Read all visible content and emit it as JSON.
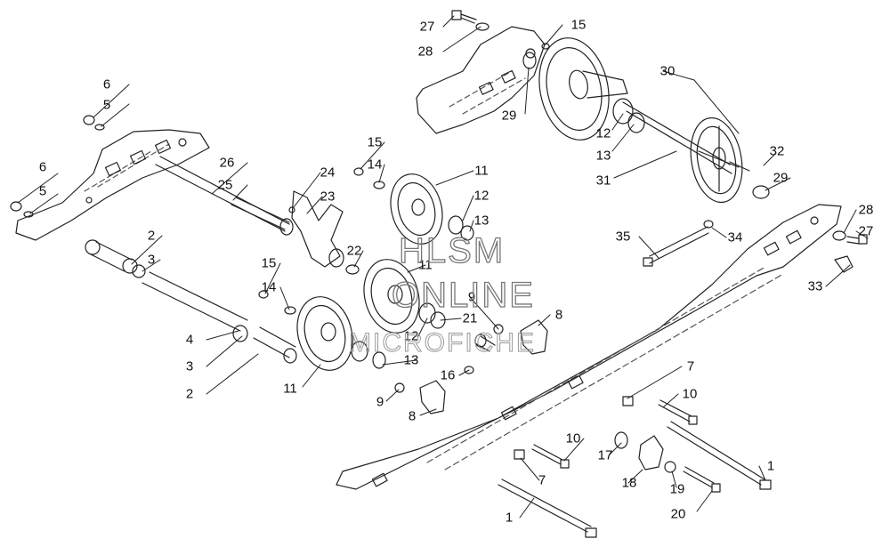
{
  "watermark": {
    "line1": "HLSM",
    "line2": "ONLINE",
    "line3": "MICROFICHE"
  },
  "callouts": [
    {
      "label": "27"
    },
    {
      "label": "28"
    },
    {
      "label": "15"
    },
    {
      "label": "30"
    },
    {
      "label": "29"
    },
    {
      "label": "12"
    },
    {
      "label": "13"
    },
    {
      "label": "31"
    },
    {
      "label": "32"
    },
    {
      "label": "29"
    },
    {
      "label": "6"
    },
    {
      "label": "5"
    },
    {
      "label": "6"
    },
    {
      "label": "5"
    },
    {
      "label": "26"
    },
    {
      "label": "25"
    },
    {
      "label": "24"
    },
    {
      "label": "23"
    },
    {
      "label": "15"
    },
    {
      "label": "14"
    },
    {
      "label": "11"
    },
    {
      "label": "12"
    },
    {
      "label": "13"
    },
    {
      "label": "2"
    },
    {
      "label": "3"
    },
    {
      "label": "22"
    },
    {
      "label": "11"
    },
    {
      "label": "15"
    },
    {
      "label": "14"
    },
    {
      "label": "9"
    },
    {
      "label": "8"
    },
    {
      "label": "21"
    },
    {
      "label": "4"
    },
    {
      "label": "3"
    },
    {
      "label": "2"
    },
    {
      "label": "12"
    },
    {
      "label": "13"
    },
    {
      "label": "11"
    },
    {
      "label": "16"
    },
    {
      "label": "9"
    },
    {
      "label": "8"
    },
    {
      "label": "7"
    },
    {
      "label": "10"
    },
    {
      "label": "35"
    },
    {
      "label": "34"
    },
    {
      "label": "28"
    },
    {
      "label": "27"
    },
    {
      "label": "33"
    },
    {
      "label": "10"
    },
    {
      "label": "17"
    },
    {
      "label": "18"
    },
    {
      "label": "7"
    },
    {
      "label": "19"
    },
    {
      "label": "20"
    },
    {
      "label": "1"
    },
    {
      "label": "1"
    }
  ]
}
